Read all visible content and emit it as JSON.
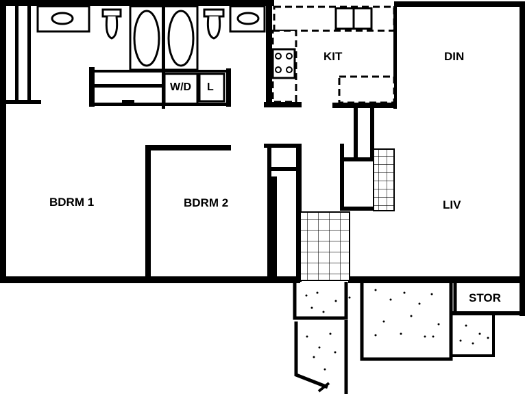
{
  "rooms": {
    "kitchen": "KIT",
    "dining": "DIN",
    "living": "LIV",
    "bedroom1": "BDRM 1",
    "bedroom2": "BDRM 2",
    "storage": "STOR"
  },
  "fixtures": {
    "washer_dryer": "W/D",
    "linen": "L"
  },
  "colors": {
    "wall": "#000000",
    "floor": "#ffffff"
  }
}
